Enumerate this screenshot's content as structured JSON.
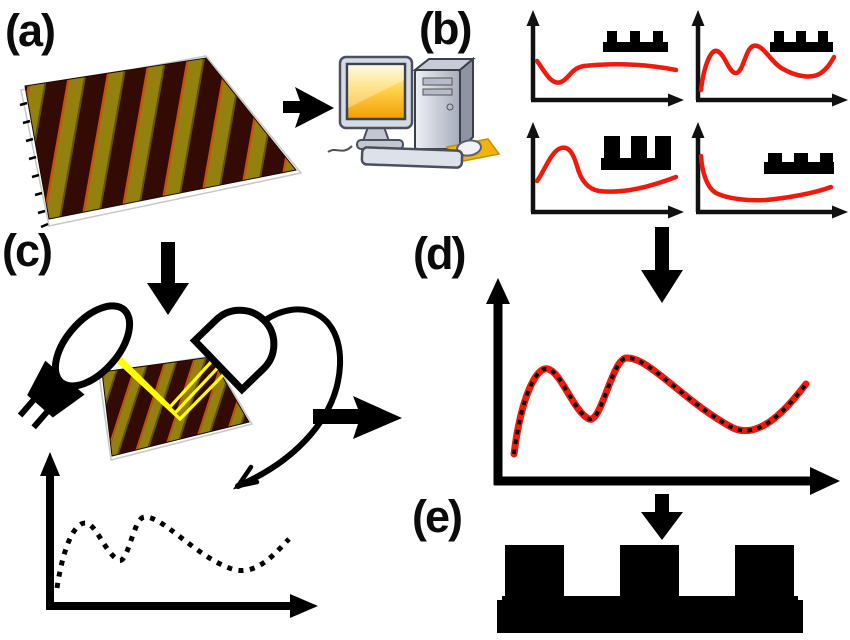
{
  "panels": {
    "a": {
      "label": "(a)"
    },
    "b": {
      "label": "(b)"
    },
    "c": {
      "label": "(c)"
    },
    "d": {
      "label": "(d)"
    },
    "e": {
      "label": "(e)"
    }
  },
  "colors": {
    "curve_red": "#ee1a0d",
    "ray_yellow": "#ffff00",
    "stripe_dark": "#330b04",
    "stripe_gold": "#94800f",
    "stripe_edge_orange": "#c85209",
    "stripe_edge_shadow": "#5f5306",
    "screen_top": "#fffad8",
    "screen_mid": "#ffd34d",
    "screen_bottom": "#f09f04",
    "mousepad_yellow": "#f2b40a",
    "ink_black": "#000000"
  }
}
